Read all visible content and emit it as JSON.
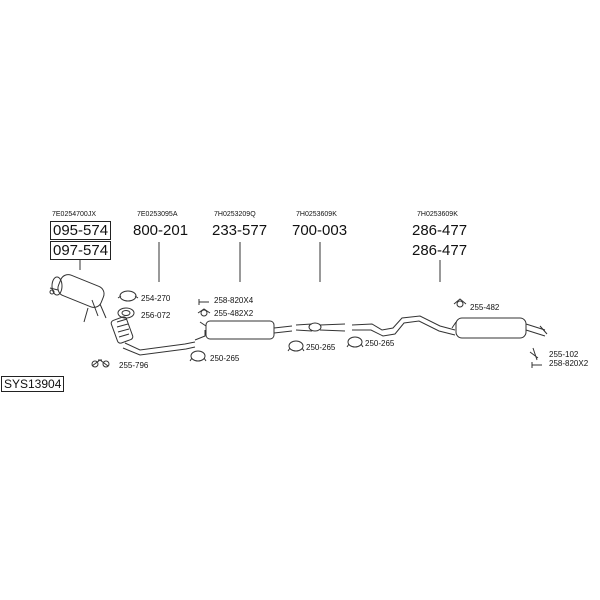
{
  "diagram_id": "SYS13904",
  "groups": [
    {
      "oe": "7E0254700JX",
      "parts": [
        "095-574",
        "097-574"
      ]
    },
    {
      "oe": "7E0253095A",
      "parts": [
        "800-201"
      ]
    },
    {
      "oe": "7H0253209Q",
      "parts": [
        "233-577"
      ]
    },
    {
      "oe": "7H0253609K",
      "parts": [
        "700-003"
      ]
    },
    {
      "oe": "7H0253609K",
      "parts": [
        "286-477",
        "286-477"
      ]
    }
  ],
  "fittings": [
    "254-270",
    "256-072",
    "255-796",
    "258-820X4",
    "255-482X2",
    "250-265",
    "250-265",
    "250-265",
    "255-482",
    "255-102",
    "258-820X2"
  ]
}
